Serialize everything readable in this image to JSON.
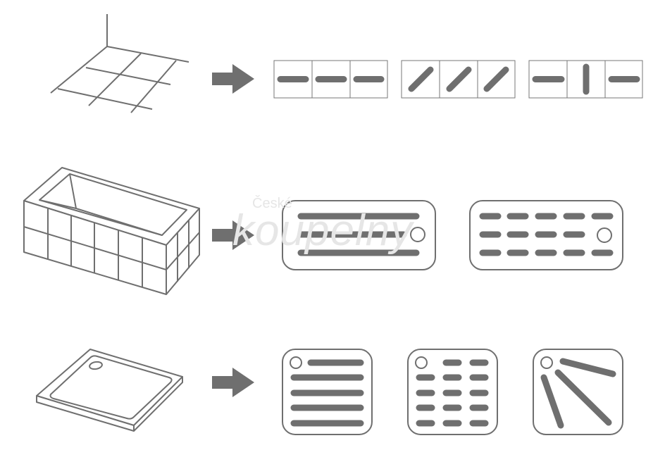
{
  "watermark": {
    "line1": "České",
    "line2": "koupelny"
  },
  "colors": {
    "line": "#6f6f6f",
    "fill": "#6f6f6f",
    "thin": "#777777",
    "bg": "#ffffff"
  },
  "rows": [
    {
      "object": "floor-tile-grid",
      "arrow": "arrow-right",
      "options": [
        "strip-horizontal",
        "strip-diagonal",
        "strip-alternating"
      ]
    },
    {
      "object": "bathtub",
      "arrow": "arrow-right",
      "options": [
        "panel-long-bars",
        "panel-short-bars"
      ]
    },
    {
      "object": "shower-tray",
      "arrow": "arrow-right",
      "options": [
        "tile-long-bars",
        "tile-short-bars",
        "tile-radial-bars"
      ]
    }
  ]
}
